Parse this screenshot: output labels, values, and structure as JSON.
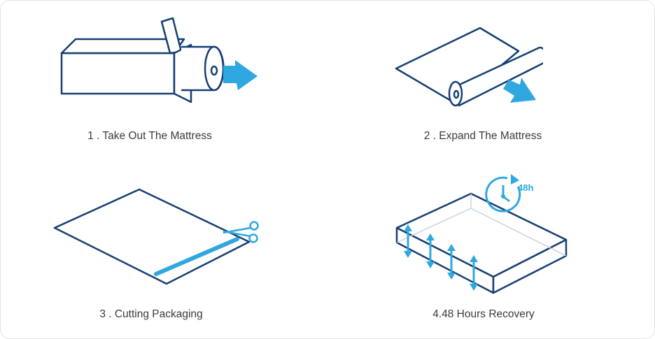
{
  "steps": [
    {
      "caption": "1 . Take Out The Mattress",
      "icon": "box-roll-icon"
    },
    {
      "caption": "2 . Expand The Mattress",
      "icon": "unroll-icon"
    },
    {
      "caption": "3 . Cutting Packaging",
      "icon": "scissors-icon"
    },
    {
      "caption": "4.48 Hours Recovery",
      "icon": "clock-icon",
      "badge": "48h"
    }
  ],
  "colors": {
    "line": "#163f73",
    "accent": "#2fa8e0",
    "text": "#3a3a3a"
  }
}
